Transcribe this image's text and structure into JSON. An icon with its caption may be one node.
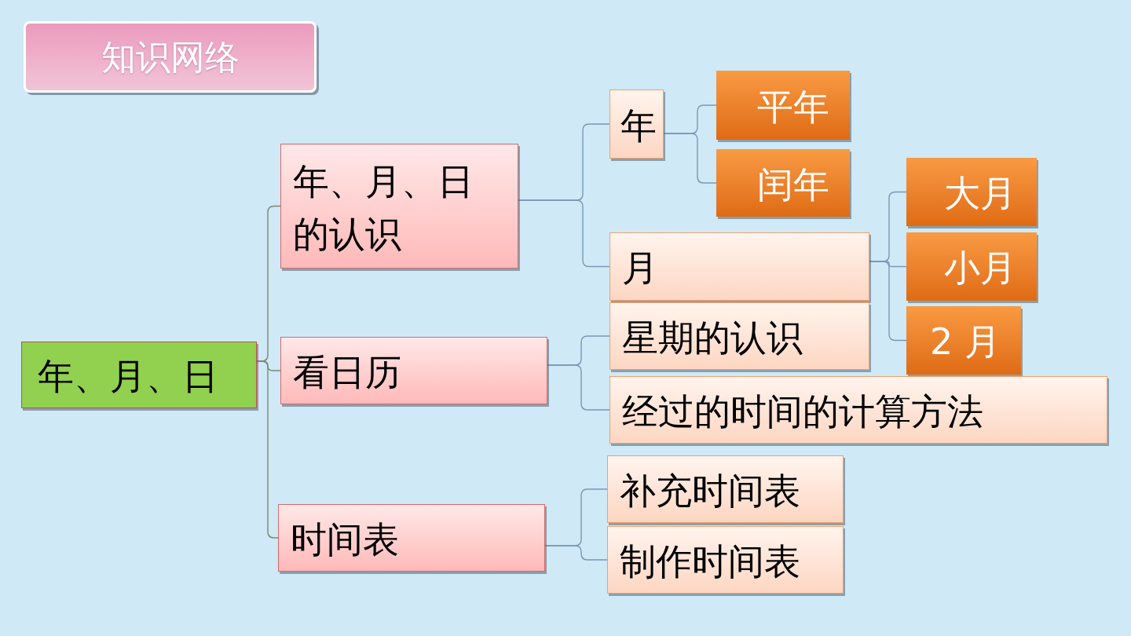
{
  "diagram": {
    "title": "知识网络",
    "nodes": [
      {
        "text": [
          "年、月、日"
        ]
      },
      {
        "text": [
          "年、月、日的认识"
        ]
      },
      {
        "text": [
          "年"
        ]
      },
      {
        "text": [
          "平年"
        ]
      },
      {
        "text": [
          "闰年"
        ]
      },
      {
        "text": [
          "月"
        ]
      },
      {
        "text": [
          "大月"
        ]
      },
      {
        "text": [
          "小月"
        ]
      },
      {
        "text": [
          "2 月"
        ]
      },
      {
        "text": [
          "看日历"
        ]
      },
      {
        "text": [
          "星期的认识"
        ]
      },
      {
        "text": [
          "经过的时间的计算方法"
        ]
      },
      {
        "text": [
          "时间表"
        ]
      },
      {
        "text": [
          "补充时间表"
        ]
      },
      {
        "text": [
          "制作时间表"
        ]
      }
    ],
    "edges": [
      {
        "from": 0,
        "to": 1,
        "arrow": "none",
        "color": "#7f8676"
      },
      {
        "from": 0,
        "to": 9,
        "arrow": "none",
        "color": "#7f8676"
      },
      {
        "from": 0,
        "to": 12,
        "arrow": "none",
        "color": "#7f8676"
      },
      {
        "from": 1,
        "to": 2,
        "arrow": "none"
      },
      {
        "from": 1,
        "to": 5,
        "arrow": "none"
      },
      {
        "from": 2,
        "to": 3,
        "arrow": "none"
      },
      {
        "from": 2,
        "to": 4,
        "arrow": "none"
      },
      {
        "from": 5,
        "to": 6,
        "arrow": "none"
      },
      {
        "from": 5,
        "to": 7,
        "arrow": "none"
      },
      {
        "from": 5,
        "to": 8,
        "arrow": "none"
      },
      {
        "from": 9,
        "to": 10,
        "arrow": "none"
      },
      {
        "from": 9,
        "to": 11,
        "arrow": "none"
      },
      {
        "from": 12,
        "to": 13,
        "arrow": "none"
      },
      {
        "from": 12,
        "to": 14,
        "arrow": "none"
      }
    ]
  }
}
